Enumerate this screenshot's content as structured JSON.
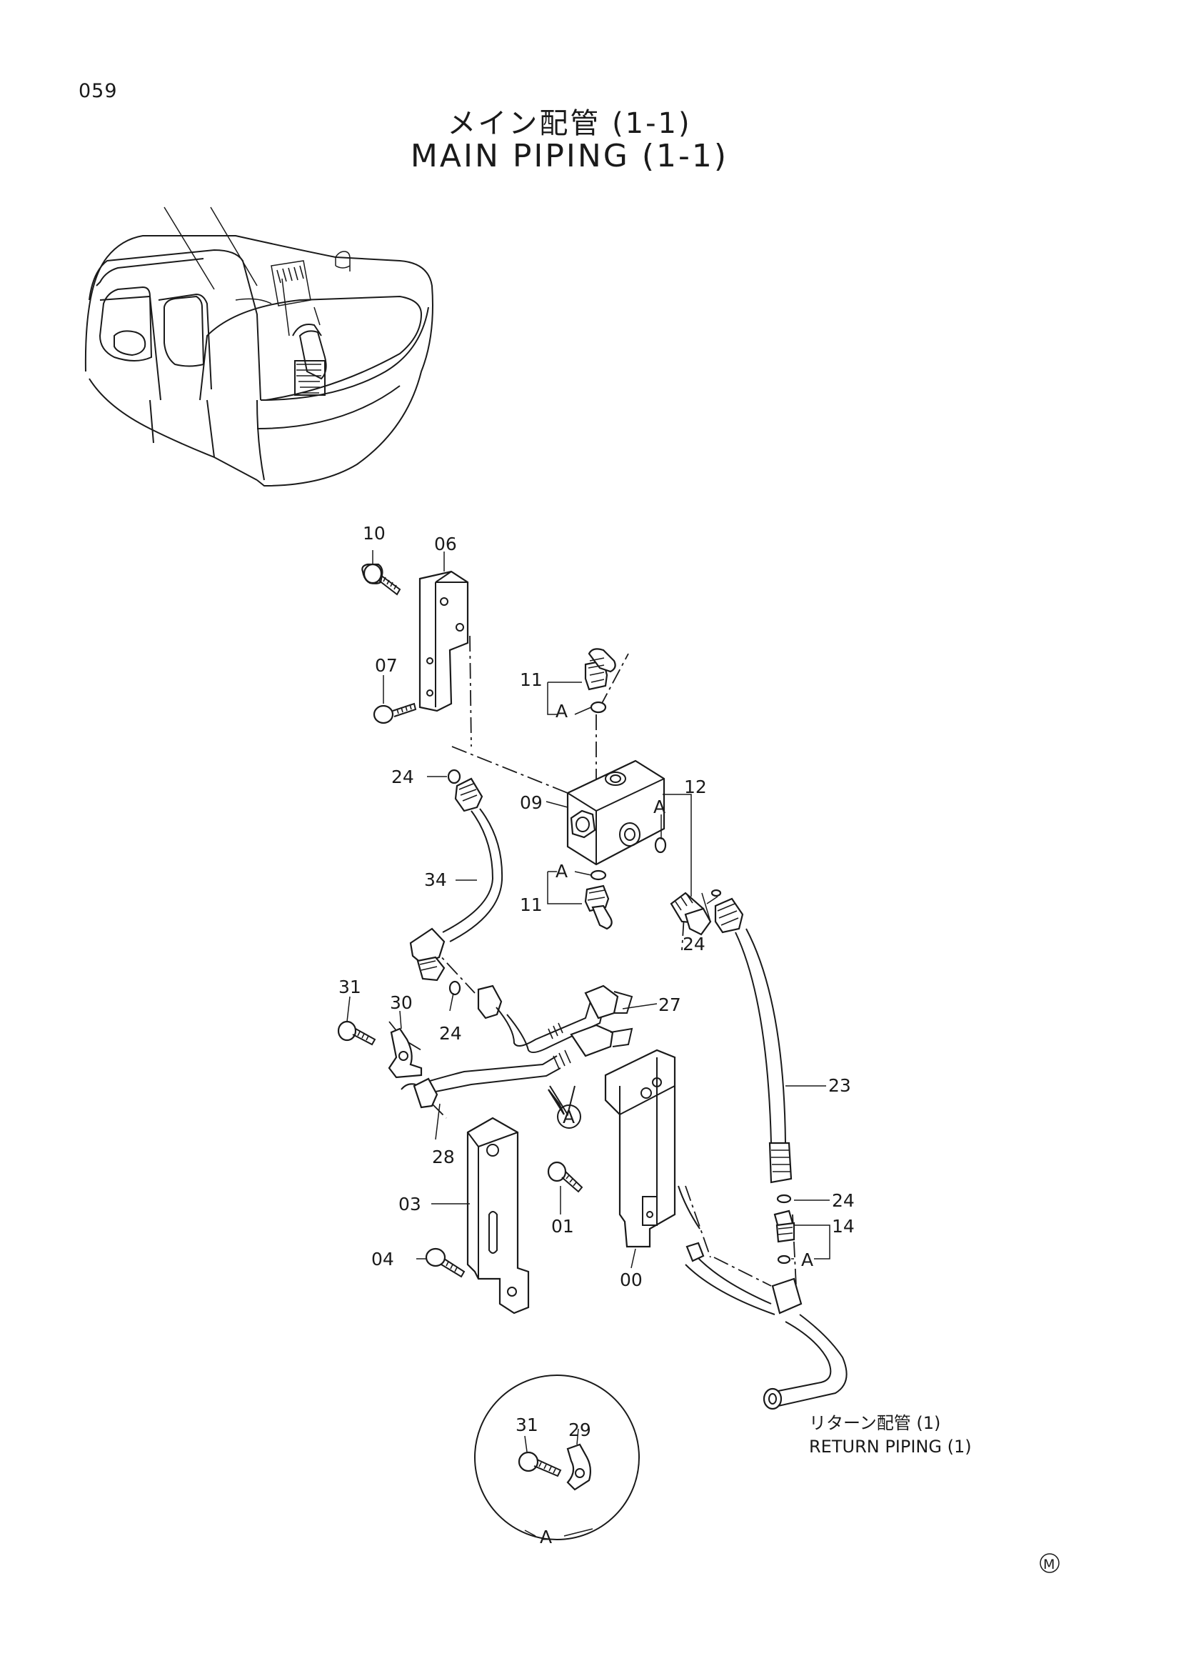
{
  "page_number": "059",
  "title_jp": "メイン配管 (1-1)",
  "title_en": "MAIN PIPING (1-1)",
  "part_labels": {
    "p10": "10",
    "p06": "06",
    "p07": "07",
    "p11a": "11",
    "p11b": "11",
    "pA1": "A",
    "pA2": "A",
    "pA3": "A",
    "pA4": "A",
    "pA5": "A",
    "p24a": "24",
    "p24b": "24",
    "p24c": "24",
    "p24d": "24",
    "p09": "09",
    "p12": "12",
    "p34": "34",
    "p31a": "31",
    "p30": "30",
    "p27": "27",
    "p23": "23",
    "p28": "28",
    "p03": "03",
    "p01": "01",
    "p00": "00",
    "p04": "04",
    "p14": "14",
    "p31b": "31",
    "p29": "29",
    "pAcircle": "A"
  },
  "return_piping_jp": "リターン配管 (1)",
  "return_piping_en": "RETURN PIPING (1)",
  "mark": "M"
}
